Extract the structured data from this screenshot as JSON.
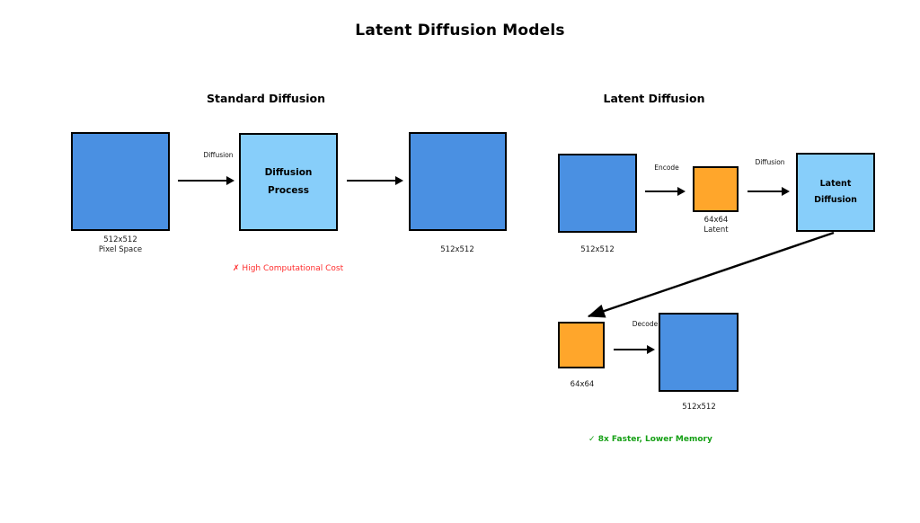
{
  "page": {
    "title": "Latent Diffusion Models",
    "background": "#ffffff"
  },
  "colors": {
    "pixel_blue": "#4a90e2",
    "process_light_blue": "#87cefa",
    "latent_orange": "#ffa62b",
    "outline": "#000000",
    "bad_note": "#ff2d2d",
    "good_note": "#16a016"
  },
  "sections": {
    "standard": {
      "heading": "Standard Diffusion",
      "input_box": {
        "caption": "512x512\nPixel Space",
        "fill": "#4a90e2"
      },
      "arrow1_label": "Diffusion",
      "process_box": {
        "line1": "Diffusion",
        "line2": "Process",
        "fill": "#87cefa"
      },
      "arrow2_label": "",
      "output_box": {
        "caption": "512x512",
        "fill": "#4a90e2"
      },
      "note": {
        "mark": "✗",
        "text": "High Computational Cost"
      }
    },
    "latent": {
      "heading": "Latent Diffusion",
      "input_box": {
        "caption": "512x512",
        "fill": "#4a90e2"
      },
      "encode_label": "Encode",
      "latent_box": {
        "caption": "64x64\nLatent",
        "fill": "#ffa62b"
      },
      "diffusion_label": "Diffusion",
      "latent_diffusion_box": {
        "line1": "Latent",
        "line2": "Diffusion",
        "fill": "#87cefa"
      },
      "latent_out_box": {
        "caption": "64x64",
        "fill": "#ffa62b"
      },
      "decode_label": "Decode",
      "output_box": {
        "caption": "512x512",
        "fill": "#4a90e2"
      },
      "note": {
        "mark": "✓",
        "text": "8x Faster, Lower Memory"
      }
    }
  }
}
